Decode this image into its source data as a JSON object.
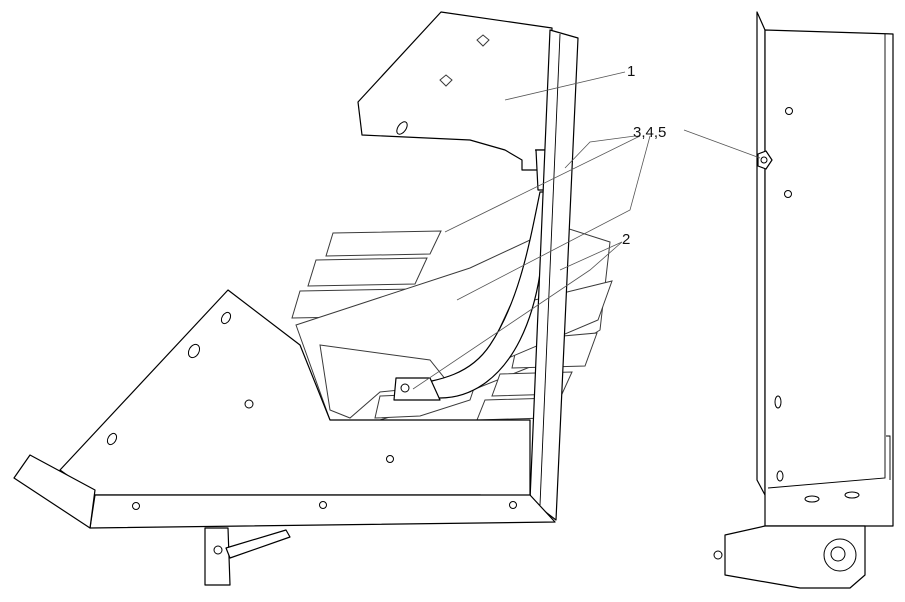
{
  "callouts": {
    "part_1": "1",
    "part_2": "2",
    "parts_3_4_5": "3,4,5"
  }
}
